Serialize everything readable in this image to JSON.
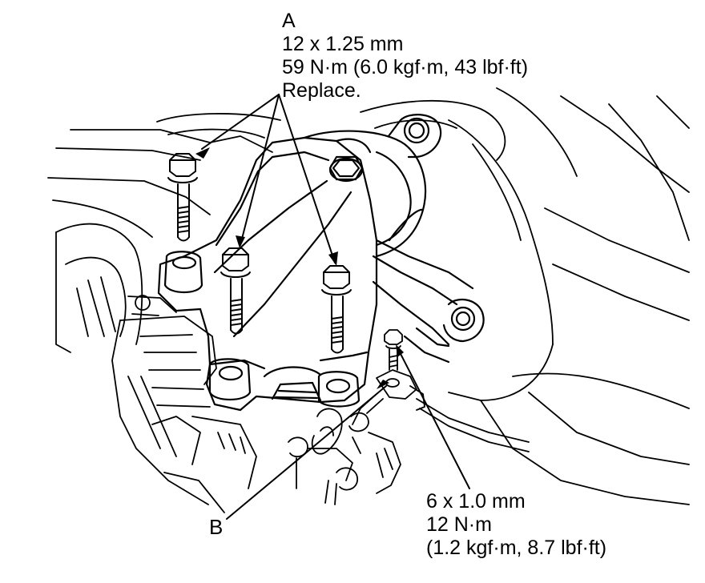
{
  "callouts": {
    "a": {
      "letter": "A",
      "size": "12 x 1.25 mm",
      "torque": "59 N·m (6.0 kgf·m, 43 lbf·ft)",
      "note": "Replace."
    },
    "b": {
      "letter": "B"
    },
    "small_bolt": {
      "size": "6 x 1.0 mm",
      "torque": "12 N·m",
      "torque_alt": "(1.2 kgf·m, 8.7 lbf·ft)"
    }
  },
  "colors": {
    "line": "#000000",
    "background": "#ffffff"
  }
}
